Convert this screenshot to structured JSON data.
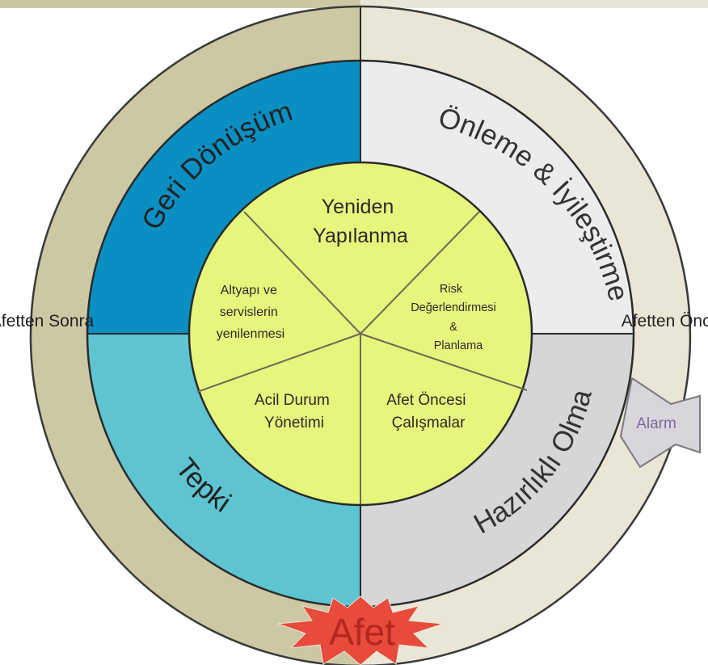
{
  "phases": {
    "after": "Afetten Sonra",
    "before": "Afetten Önce"
  },
  "ring": {
    "recovery": "Geri Dönüşüm",
    "mitigation": "Önleme & İyileştirme",
    "preparedness": "Hazırlıklı Olma",
    "response": "Tepki"
  },
  "inner": {
    "rebuild": [
      "Yeniden",
      "Yapılanma"
    ],
    "risk": [
      "Risk",
      "Değerlendirmesi",
      "&",
      "Planlama"
    ],
    "pre_work": [
      "Afet Öncesi",
      "Çalışmalar"
    ],
    "emergency": [
      "Acil Durum",
      "Yönetimi"
    ],
    "infrastructure": [
      "Altyapı ve",
      "servislerin",
      "yenilenmesi"
    ]
  },
  "alarm": "Alarm",
  "disaster": "Afet",
  "colors": {
    "outer_left": "#cdc8a4",
    "outer_right": "#e9e6d6",
    "recovery": "#0a8fc2",
    "mitigation": "#ececec",
    "preparedness": "#d6d6d6",
    "response": "#5ec4d2",
    "inner_fill": "#e6f57c",
    "burst": "#e84a3c"
  }
}
